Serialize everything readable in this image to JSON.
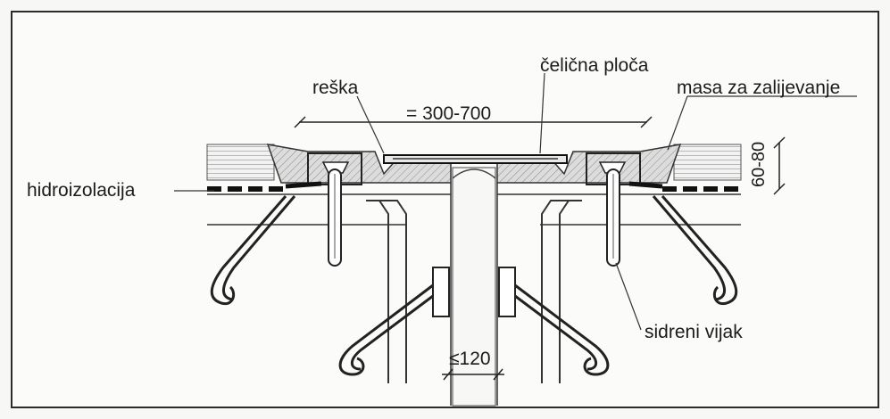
{
  "labels": {
    "celicna_ploca": "čelična ploča",
    "reska": "reška",
    "masa": "masa za zalijevanje",
    "span": "= 300-700",
    "hidroizolacija": "hidroizolacija",
    "sidreni_vijak": "sidreni vijak",
    "gap": "≤120",
    "thickness": "60-80"
  },
  "colors": {
    "line": "#222222",
    "pavement": "#bdbdbd",
    "fill": "#d9d9d9",
    "dark": "#111111"
  }
}
